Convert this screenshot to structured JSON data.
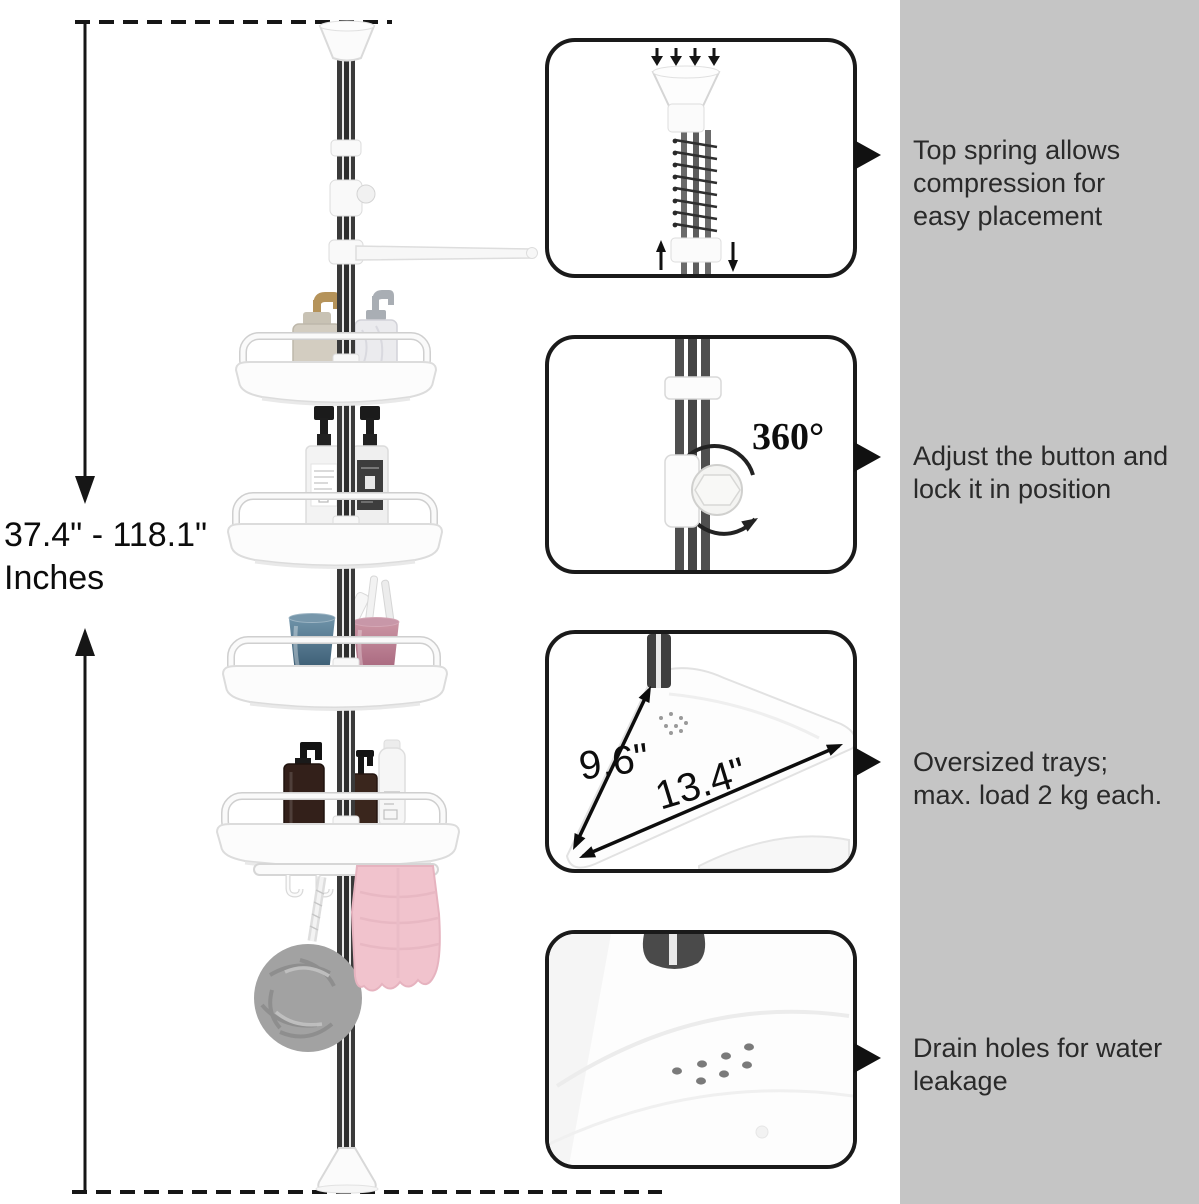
{
  "dimension": {
    "range": "37.4\" - 118.1\"",
    "unit": "Inches"
  },
  "callouts": [
    {
      "lines": [
        "Top spring allows",
        "compression for",
        "easy placement"
      ]
    },
    {
      "lines": [
        "Adjust the button and",
        "lock it in position"
      ]
    },
    {
      "lines": [
        "Oversized trays;",
        "max. load 2 kg each."
      ]
    },
    {
      "lines": [
        "Drain holes for water",
        "leakage"
      ]
    }
  ],
  "details": {
    "rotation_label": "360°",
    "tray_depth": "9.6\"",
    "tray_width": "13.4\""
  },
  "colors": {
    "panel_gray": "#c5c5c5",
    "text_dark": "#2a2a2a",
    "box_border": "#1a1a1a",
    "towel_pink": "#f1c3cd",
    "cup_blue": "#41637c",
    "cup_pink": "#a85c72",
    "pump_brass": "#b5935a",
    "bottle_brown": "#33201a",
    "loofah_gray": "#a2a2a2"
  }
}
